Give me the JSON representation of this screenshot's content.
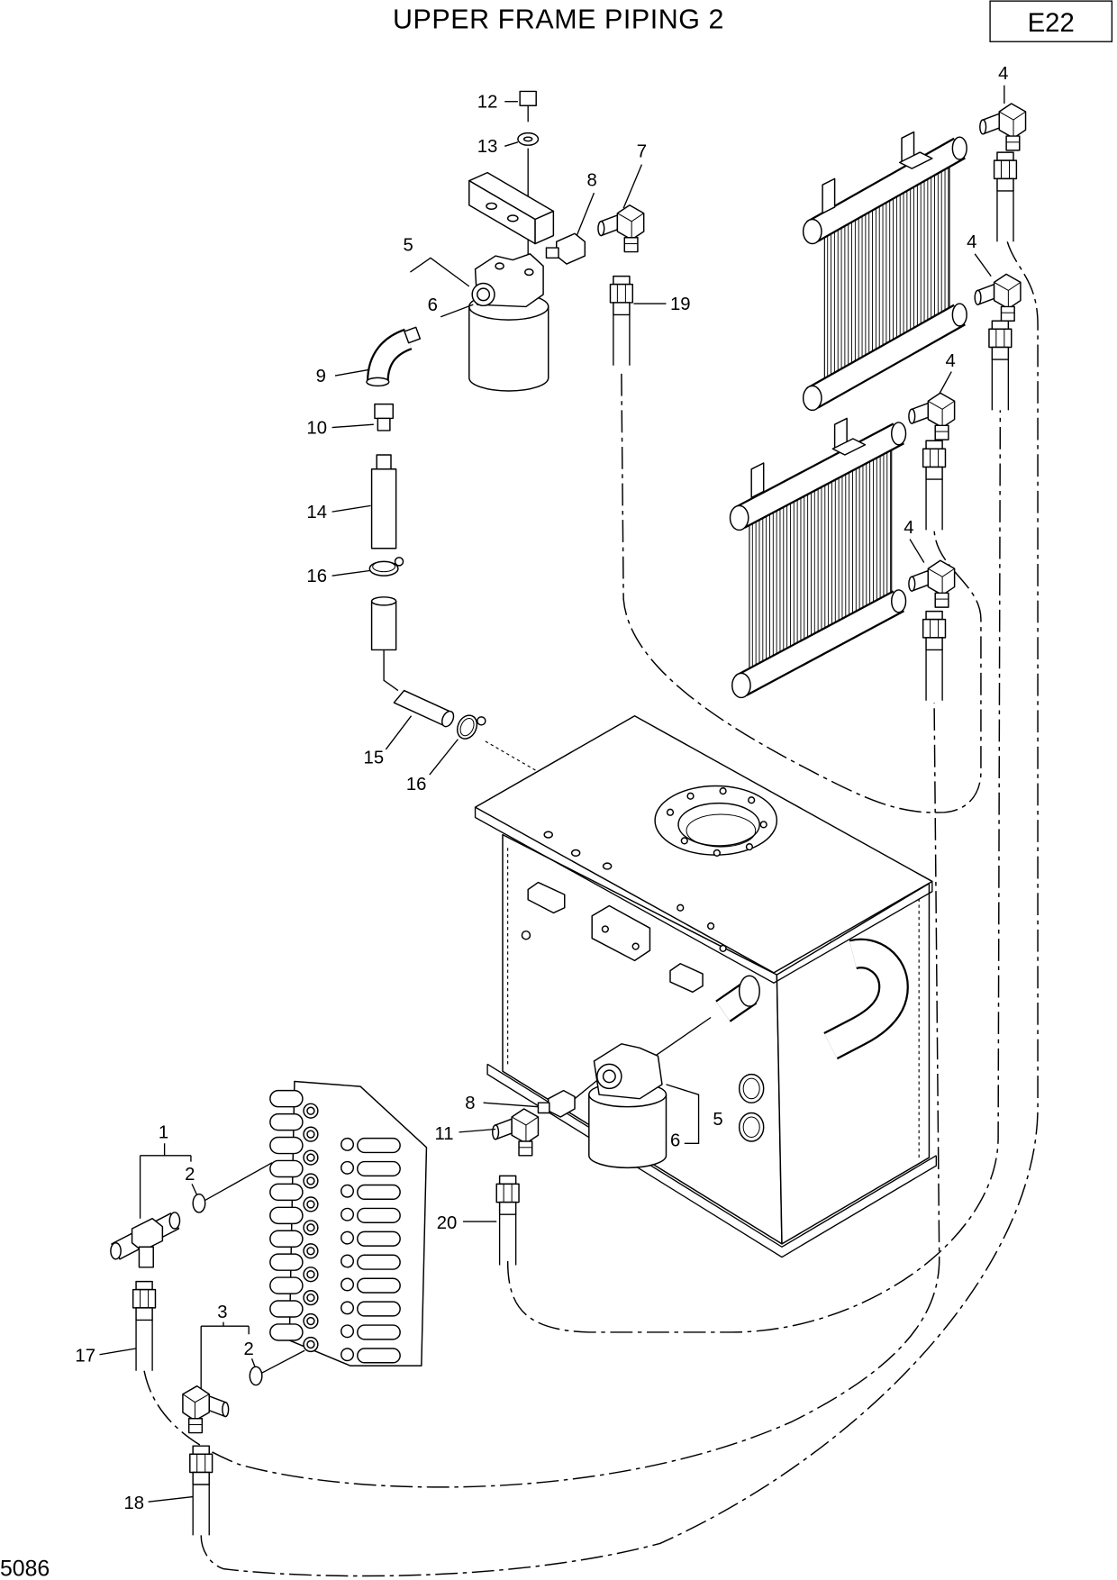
{
  "title": "UPPER FRAME PIPING 2",
  "page_code": "E22",
  "figure_number": "5086",
  "callouts": [
    "12",
    "13",
    "8",
    "7",
    "5",
    "6",
    "9",
    "10",
    "14",
    "16",
    "15",
    "16",
    "19",
    "4",
    "4",
    "4",
    "4",
    "1",
    "2",
    "3",
    "2",
    "17",
    "18",
    "8",
    "11",
    "5",
    "6",
    "20"
  ]
}
